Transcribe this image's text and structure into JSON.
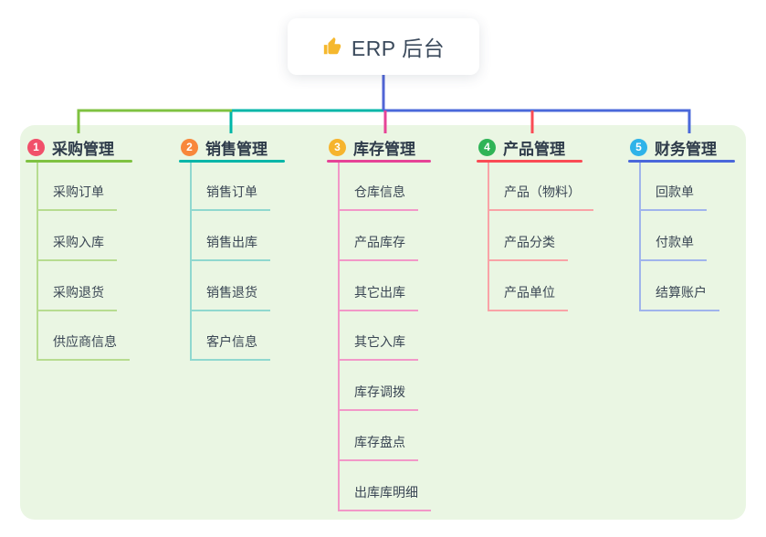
{
  "root": {
    "icon": "thumbs-up",
    "label": "ERP 后台"
  },
  "connector": {
    "root_drop_color": "#5165d6"
  },
  "branches": [
    {
      "num": "1",
      "label": "采购管理",
      "badge_color": "#f1506a",
      "line_color": "#7fc241",
      "child_line_color": "#b7dc90",
      "children": [
        "采购订单",
        "采购入库",
        "采购退货",
        "供应商信息"
      ]
    },
    {
      "num": "2",
      "label": "销售管理",
      "badge_color": "#f8873b",
      "line_color": "#00b6a8",
      "child_line_color": "#90d8cf",
      "children": [
        "销售订单",
        "销售出库",
        "销售退货",
        "客户信息"
      ]
    },
    {
      "num": "3",
      "label": "库存管理",
      "badge_color": "#f6b42d",
      "line_color": "#e64397",
      "child_line_color": "#f298c8",
      "children": [
        "仓库信息",
        "产品库存",
        "其它出库",
        "其它入库",
        "库存调拨",
        "库存盘点",
        "出库库明细"
      ]
    },
    {
      "num": "4",
      "label": "产品管理",
      "badge_color": "#2fb457",
      "line_color": "#fa4b55",
      "child_line_color": "#f9a3a7",
      "children": [
        "产品（物料）",
        "产品分类",
        "产品单位"
      ]
    },
    {
      "num": "5",
      "label": "财务管理",
      "badge_color": "#2fb3e9",
      "line_color": "#4a68da",
      "child_line_color": "#a0b4ec",
      "children": [
        "回款单",
        "付款单",
        "结算账户"
      ]
    }
  ]
}
